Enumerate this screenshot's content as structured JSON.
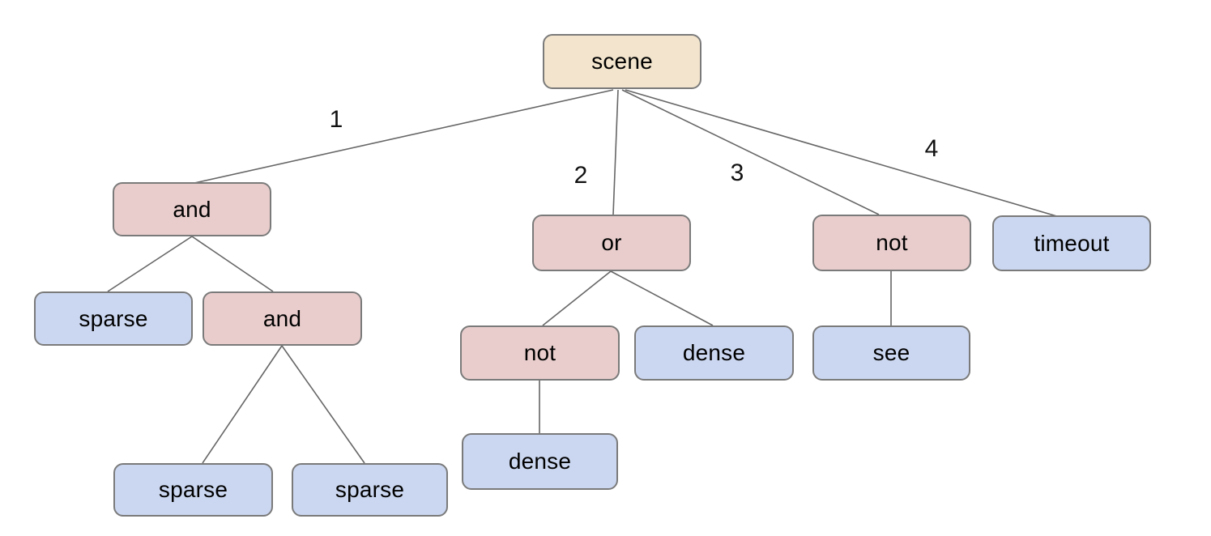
{
  "tree": {
    "label": "scene",
    "children": [
      {
        "edge_label": "1",
        "label": "and",
        "children": [
          {
            "label": "sparse"
          },
          {
            "label": "and",
            "children": [
              {
                "label": "sparse"
              },
              {
                "label": "sparse"
              }
            ]
          }
        ]
      },
      {
        "edge_label": "2",
        "label": "or",
        "children": [
          {
            "label": "not",
            "children": [
              {
                "label": "dense"
              }
            ]
          },
          {
            "label": "dense"
          }
        ]
      },
      {
        "edge_label": "3",
        "label": "not",
        "children": [
          {
            "label": "see"
          }
        ]
      },
      {
        "edge_label": "4",
        "label": "timeout"
      }
    ]
  },
  "colors": {
    "root_fill": "#f3e5cd",
    "operator_fill": "#e8cdcc",
    "leaf_fill": "#cbd7f0",
    "node_border": "#7a7a7a",
    "edge_line": "#666666",
    "text": "#000000"
  }
}
